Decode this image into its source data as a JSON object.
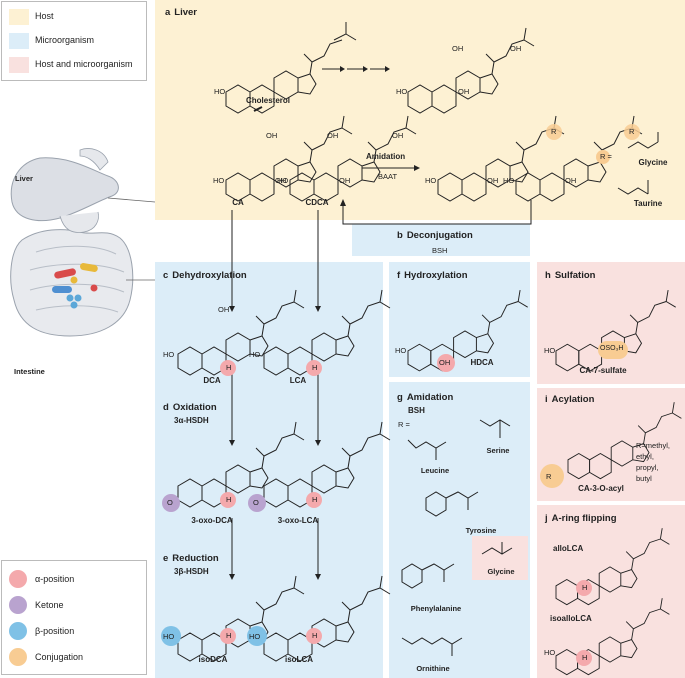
{
  "legend_top": [
    {
      "label": "Host",
      "color": "#fdf1d3"
    },
    {
      "label": "Microorganism",
      "color": "#dcedf8"
    },
    {
      "label": "Host and microorganism",
      "color": "#f9e1df"
    }
  ],
  "legend_bottom": [
    {
      "label": "α-position",
      "color": "#f4a9ac"
    },
    {
      "label": "Ketone",
      "color": "#b9a3cf"
    },
    {
      "label": "β-position",
      "color": "#7fc1e6"
    },
    {
      "label": "Conjugation",
      "color": "#f8cc93"
    }
  ],
  "anatomy": {
    "liver": "Liver",
    "intestine": "Intestine"
  },
  "panel_a": {
    "letter": "a",
    "title": "Liver",
    "cholesterol": "Cholesterol",
    "ca": "CA",
    "cdca": "CDCA",
    "amidation": "Amidation",
    "baat": "BAAT",
    "r_eq": "R =",
    "r": "R",
    "glycine": "Glycine",
    "taurine": "Taurine"
  },
  "panel_b": {
    "letter": "b",
    "title": "Deconjugation",
    "enzyme": "BSH"
  },
  "panel_c": {
    "letter": "c",
    "title": "Dehydroxylation",
    "dca": "DCA",
    "lca": "LCA"
  },
  "panel_d": {
    "letter": "d",
    "title": "Oxidation",
    "enzyme": "3α-HSDH",
    "oxo_dca": "3-oxo-DCA",
    "oxo_lca": "3-oxo-LCA"
  },
  "panel_e": {
    "letter": "e",
    "title": "Reduction",
    "enzyme": "3β-HSDH",
    "isodca": "isoDCA",
    "isolca": "isoLCA"
  },
  "panel_f": {
    "letter": "f",
    "title": "Hydroxylation",
    "hdca": "HDCA"
  },
  "panel_g": {
    "letter": "g",
    "title": "Amidation",
    "enzyme": "BSH",
    "r_eq": "R =",
    "aa": [
      "Leucine",
      "Serine",
      "Tyrosine",
      "Phenylalanine",
      "Glycine",
      "Ornithine"
    ]
  },
  "panel_h": {
    "letter": "h",
    "title": "Sulfation",
    "product": "CA-7-sulfate",
    "group": "OSO₃H"
  },
  "panel_i": {
    "letter": "i",
    "title": "Acylation",
    "product": "CA-3-O-acyl",
    "rlist": "R=methyl,\nethyl,\npropyl,\nbutyl"
  },
  "panel_j": {
    "letter": "j",
    "title": "A-ring flipping",
    "allo": "alloLCA",
    "isoallo": "isoalloLCA"
  },
  "atoms": {
    "ho": "HO",
    "oh": "OH",
    "h": "H",
    "o": "O"
  }
}
